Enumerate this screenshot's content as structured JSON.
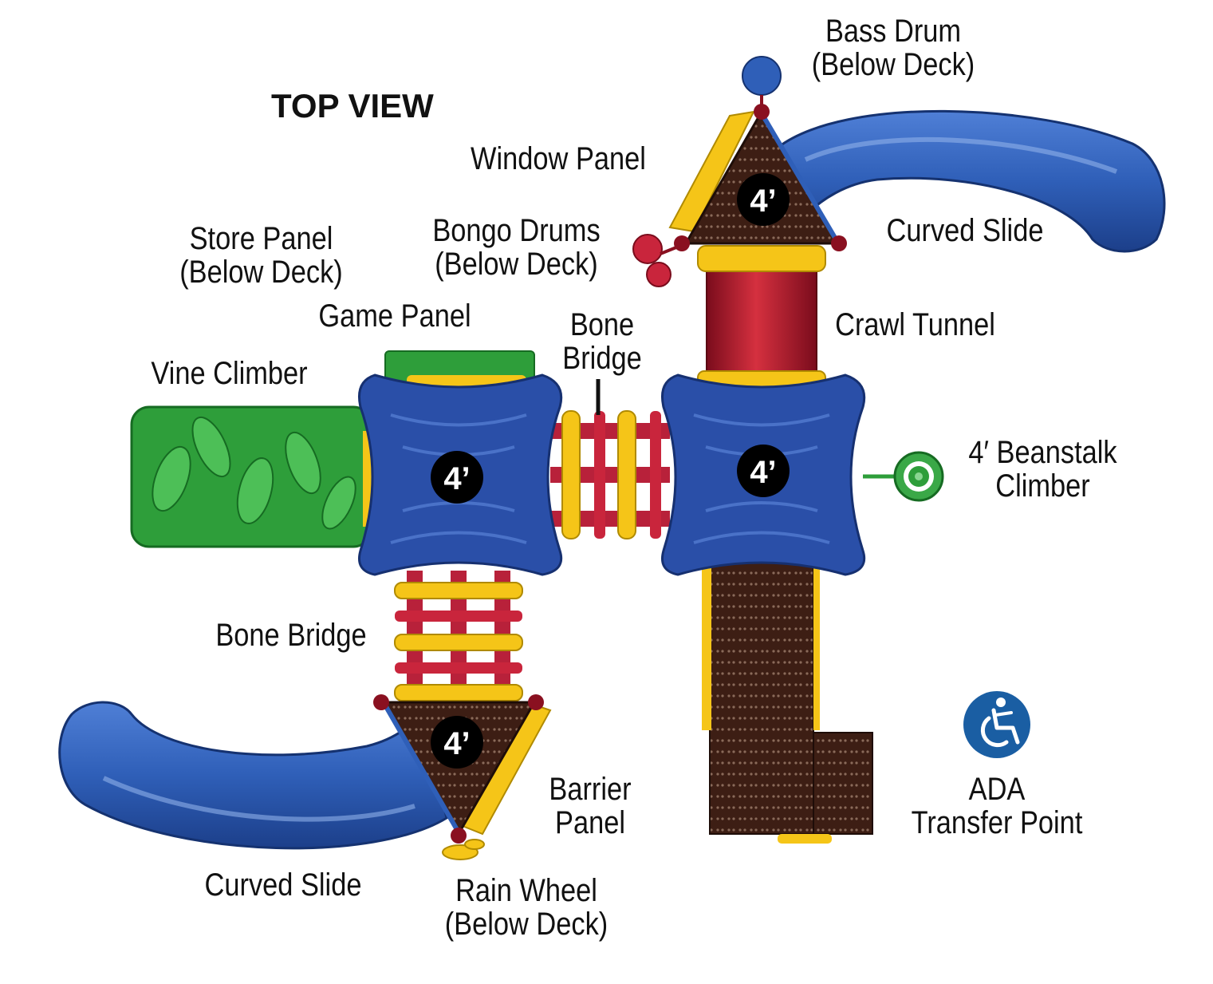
{
  "title": "TOP VIEW",
  "deck_height": "4’",
  "labels": {
    "bass_drum": [
      "Bass Drum",
      "(Below Deck)"
    ],
    "window_panel": "Window Panel",
    "curved_slide_top": "Curved Slide",
    "store_panel": [
      "Store Panel",
      "(Below Deck)"
    ],
    "bongo_drums": [
      "Bongo Drums",
      "(Below Deck)"
    ],
    "game_panel": "Game Panel",
    "crawl_tunnel": "Crawl Tunnel",
    "bone_bridge_top": [
      "Bone",
      "Bridge"
    ],
    "vine_climber": "Vine Climber",
    "beanstalk_climber": [
      "4′ Beanstalk",
      "Climber"
    ],
    "bone_bridge_left": "Bone Bridge",
    "barrier_panel": [
      "Barrier",
      "Panel"
    ],
    "ada": [
      "ADA",
      "Transfer Point"
    ],
    "curved_slide_bottom": "Curved Slide",
    "rain_wheel": [
      "Rain Wheel",
      "(Below Deck)"
    ]
  },
  "icons": {
    "ada": "wheelchair-accessibility-icon"
  },
  "colors": {
    "deck_blue": "#2a4fa8",
    "slide_blue": "#2f5fb8",
    "tunnel_red": "#b3162b",
    "bridge_red": "#b8213a",
    "panel_yellow": "#f5c518",
    "vine_green": "#2e9e3a",
    "deck_brown": "#3d1e14",
    "ada_blue": "#1a5ea3"
  }
}
